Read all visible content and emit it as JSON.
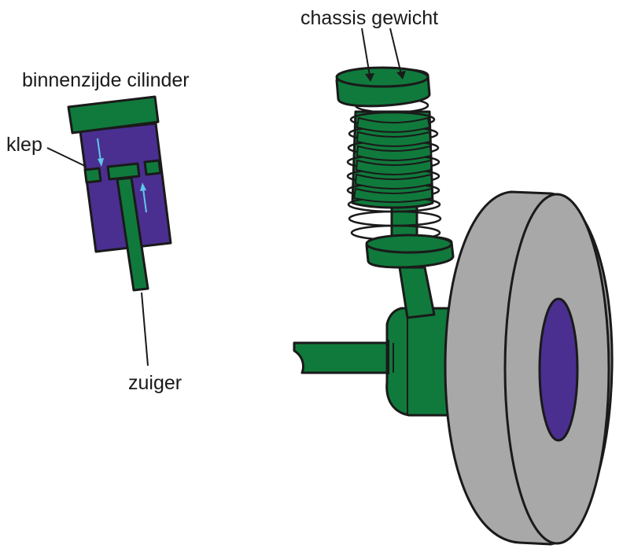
{
  "labels": {
    "chassis": "chassis gewicht",
    "cylinder": "binnenzijde cilinder",
    "valve": "klep",
    "piston": "zuiger"
  },
  "colors": {
    "green": "#107a3c",
    "purple": "#4a2f91",
    "gray": "#a8a8a8",
    "arrow": "#5ec8e6",
    "outline": "#1a1a1a"
  }
}
